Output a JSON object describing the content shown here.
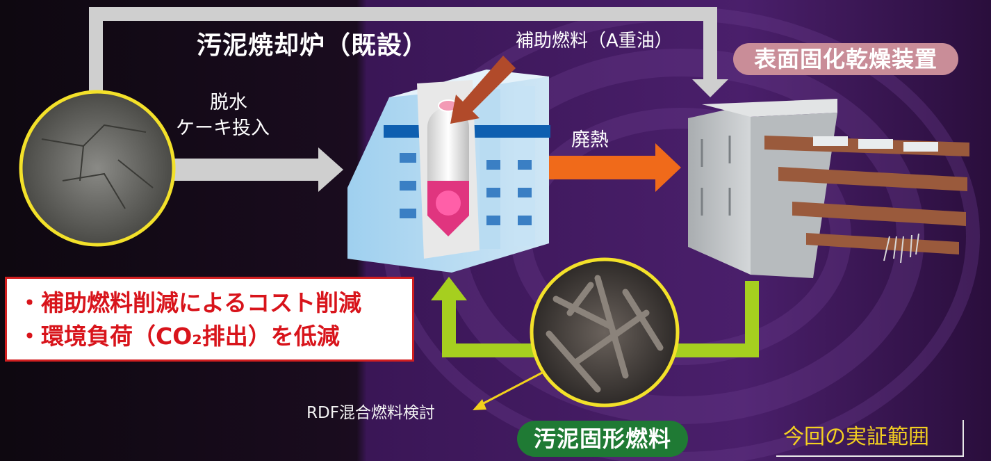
{
  "labels": {
    "incinerator_title": "汚泥焼却炉（既設）",
    "auxiliary_fuel": "補助燃料（A重油）",
    "dewatered_cake_line1": "脱水",
    "dewatered_cake_line2": "ケーキ投入",
    "waste_heat": "廃熱",
    "dryer_device": "表面固化乾燥装置",
    "sludge_solid_fuel": "汚泥固形燃料",
    "rdf_mixed_fuel": "RDF混合燃料検討",
    "demonstration_scope": "今回の実証範囲"
  },
  "benefits": [
    "・補助燃料削減によるコスト削減",
    "・環境負荷（CO₂排出）を低減"
  ],
  "colors": {
    "flow_gray": "#cfcfcf",
    "waste_heat_arrow": "#f06a1a",
    "return_arrow": "#a6cf1f",
    "aux_fuel_arrow": "#b14a2a",
    "rdf_arrow": "#f2d11c",
    "benefit_red": "#d21f20",
    "dryer_pill": "#c98d98",
    "fuel_pill": "#1f7a34",
    "scope_text": "#f4d020"
  },
  "icons": [
    "sludge-cake-photo",
    "incinerator-illustration",
    "dryer-device-illustration",
    "solid-fuel-photo"
  ]
}
